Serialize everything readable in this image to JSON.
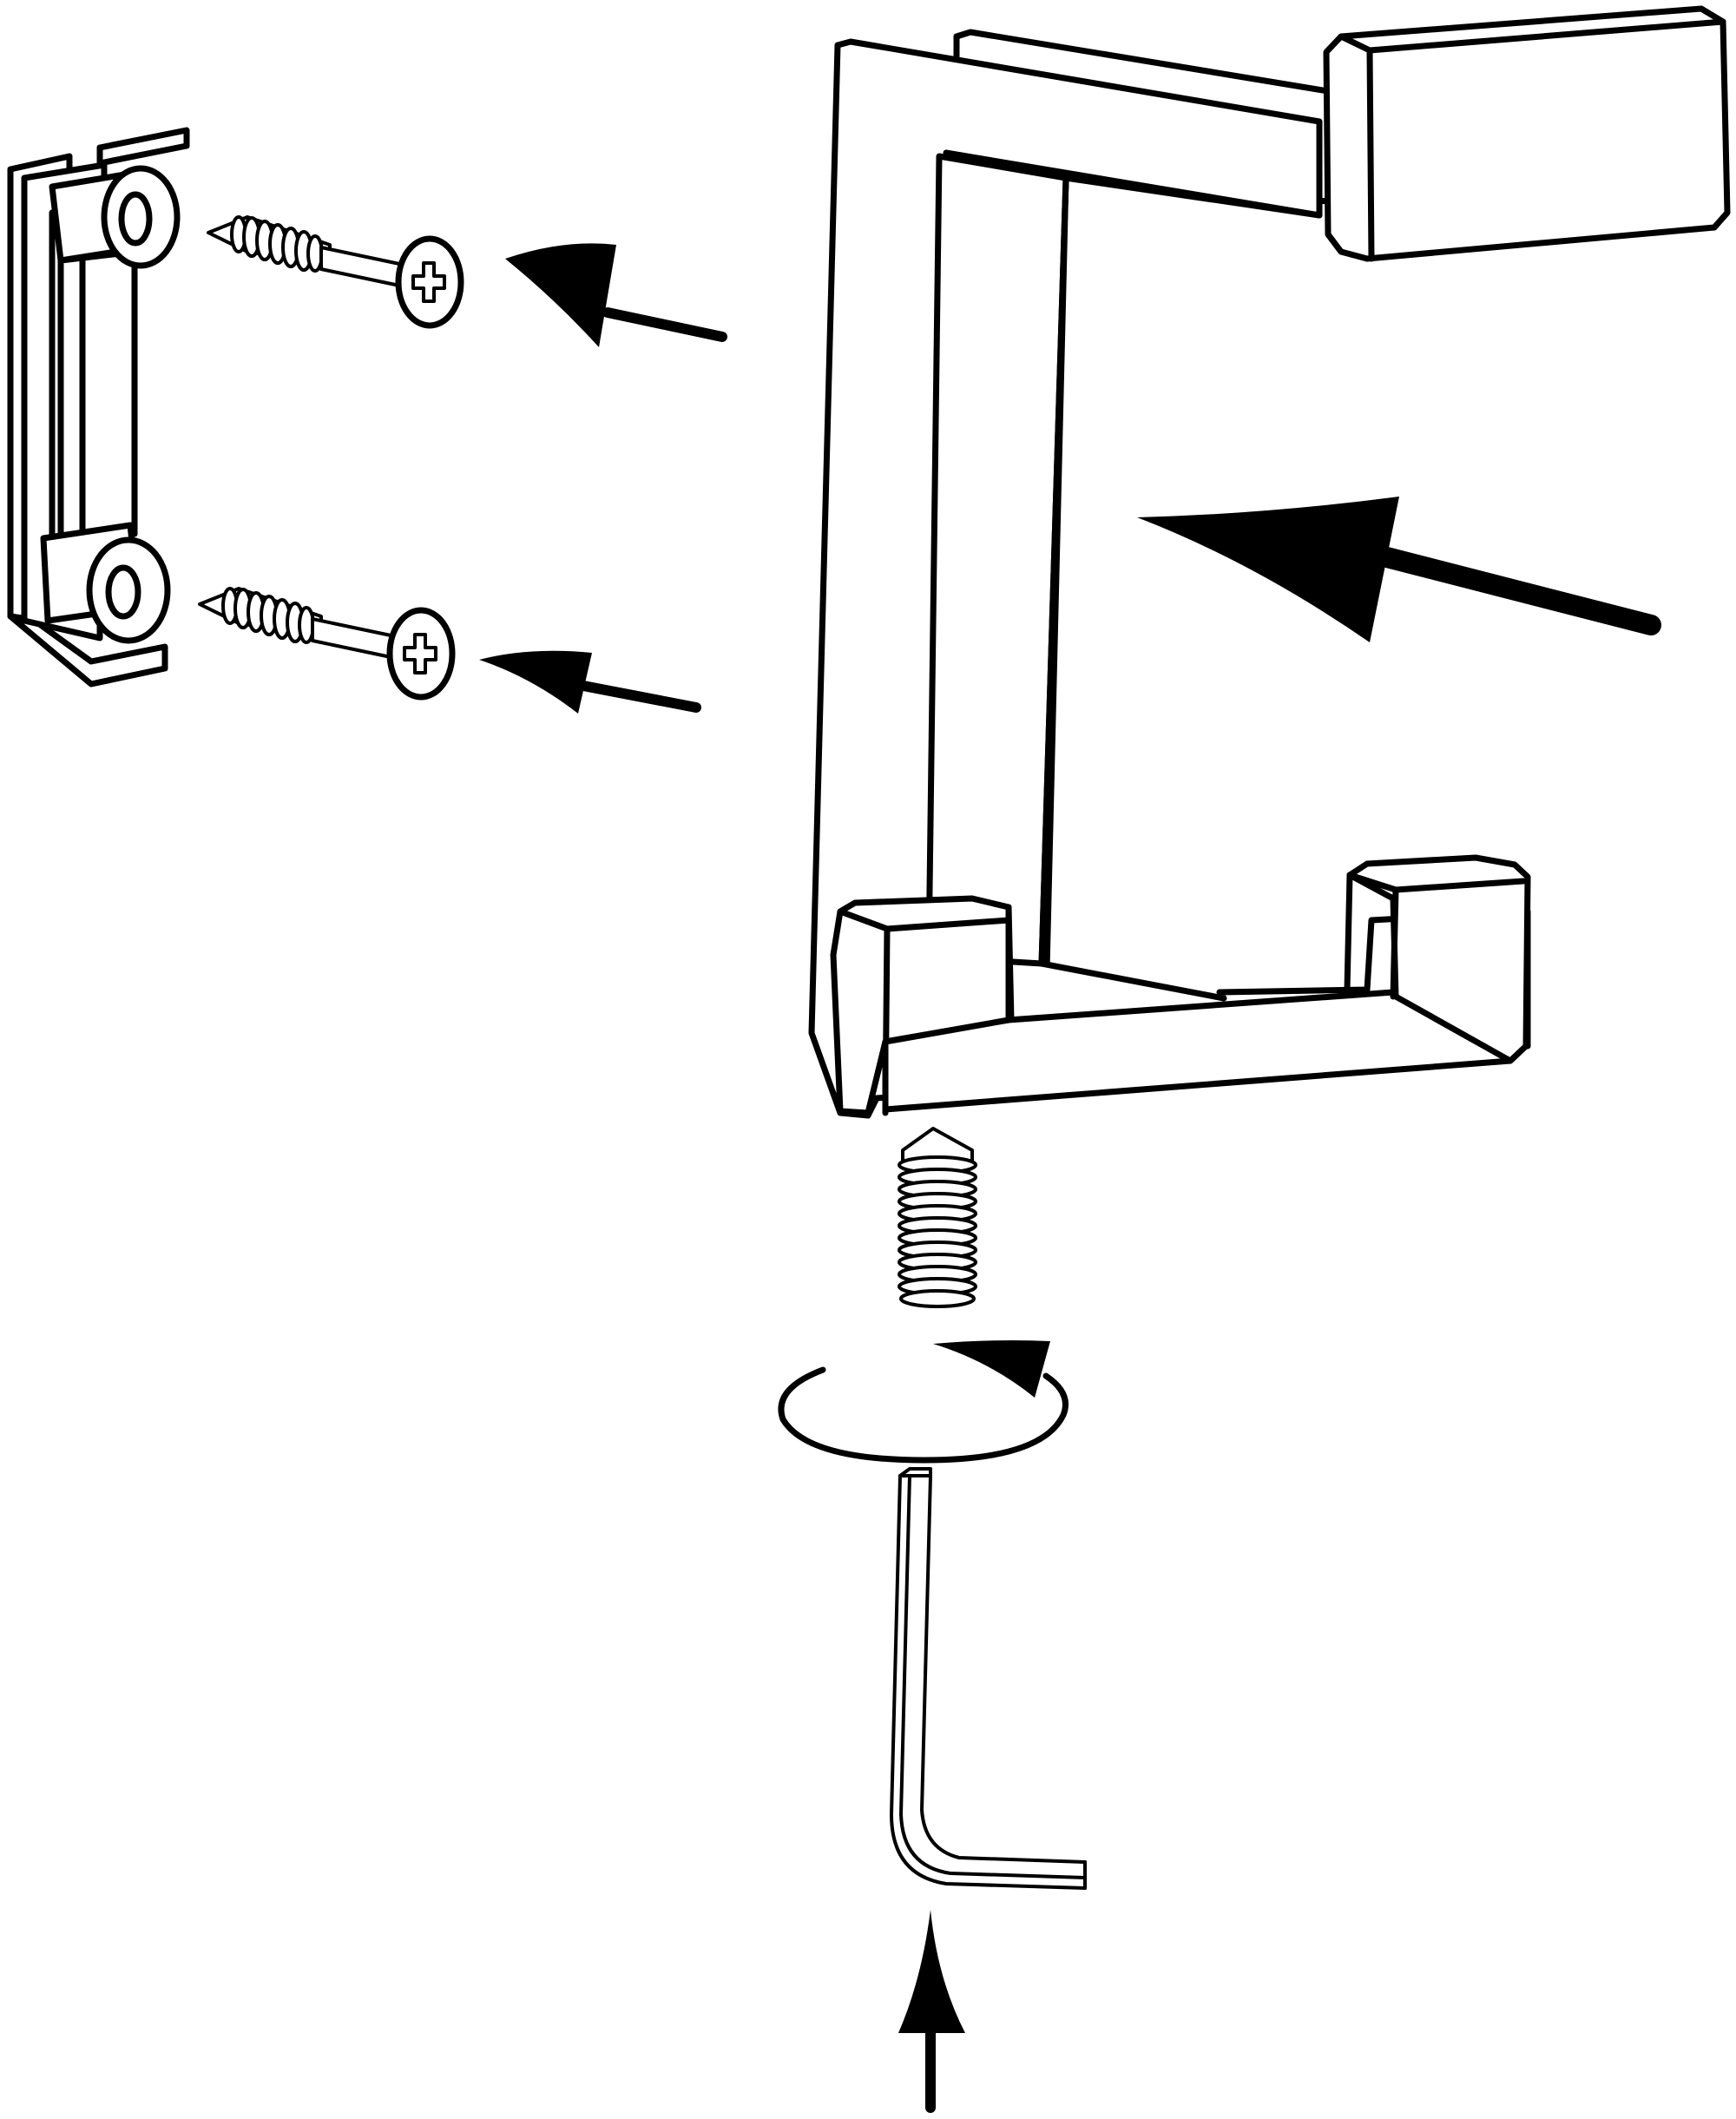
{
  "figure": {
    "kind": "assembly-instruction-illustration",
    "line_color": "#000000",
    "background": "#ffffff",
    "parts": [
      {
        "id": "wall-bracket",
        "icon": "wall-bracket-icon"
      },
      {
        "id": "wood-screw-top",
        "icon": "phillips-screw-icon"
      },
      {
        "id": "wood-screw-bottom",
        "icon": "phillips-screw-icon"
      },
      {
        "id": "double-hook",
        "icon": "double-hook-icon"
      },
      {
        "id": "set-screw",
        "icon": "grub-screw-icon"
      },
      {
        "id": "rotation-indicator",
        "icon": "rotate-clockwise-icon"
      },
      {
        "id": "hex-key",
        "icon": "allen-key-icon"
      }
    ],
    "arrows": [
      {
        "id": "arrow-screw-top",
        "icon": "arrow-left-icon"
      },
      {
        "id": "arrow-screw-bottom",
        "icon": "arrow-left-icon"
      },
      {
        "id": "arrow-hook-mount",
        "icon": "arrow-left-icon"
      },
      {
        "id": "arrow-hex-key-up",
        "icon": "arrow-up-icon"
      }
    ]
  }
}
